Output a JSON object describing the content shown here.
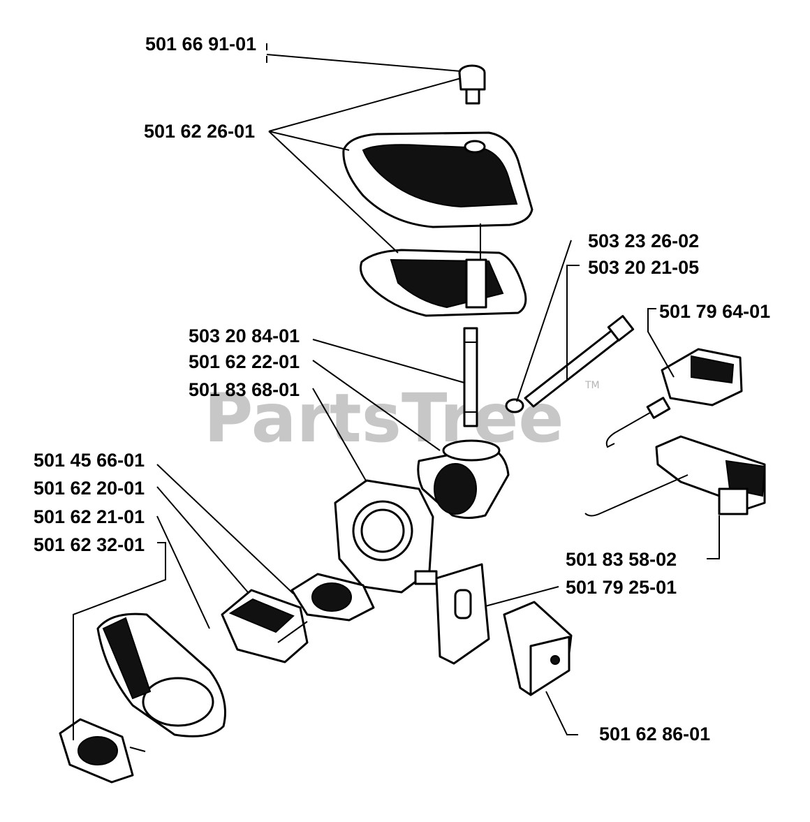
{
  "watermark": {
    "text": "PartsTree",
    "trademark": "TM"
  },
  "part_labels": [
    "501 66 91-01",
    "501 62 26-01",
    "503 23 26-02",
    "503 20 21-05",
    "501 79 64-01",
    "503 20 84-01",
    "501 62 22-01",
    "501 83 68-01",
    "501 45 66-01",
    "501 62 20-01",
    "501 62 21-01",
    "501 62 32-01",
    "501 83 58-02",
    "501 79 25-01",
    "501 62 86-01"
  ]
}
